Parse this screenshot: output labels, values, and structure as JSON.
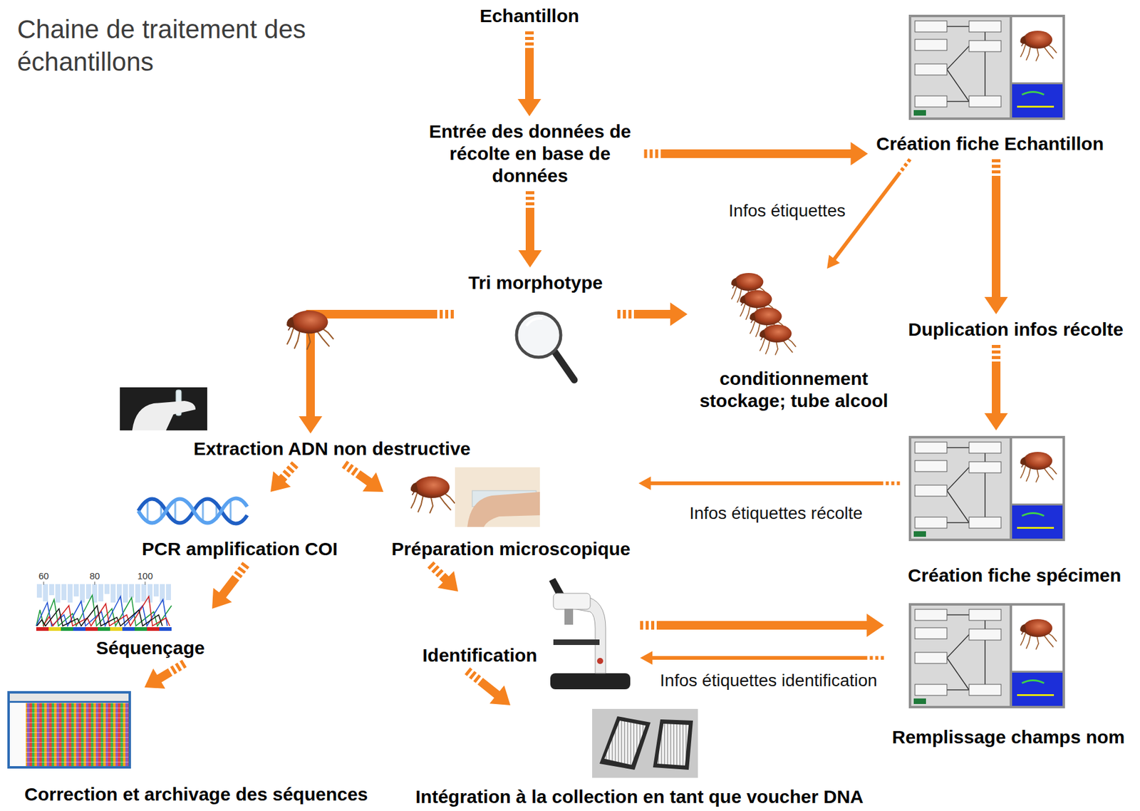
{
  "diagram": {
    "title": "Chaine de traitement des échantillons",
    "nodes": [
      {
        "text": [
          "Echantillon"
        ]
      },
      {
        "text": [
          "Entrée des données de récolte en base de données"
        ]
      },
      {
        "text": [
          "Création fiche Echantillon"
        ]
      },
      {
        "text": [
          "Tri morphotype"
        ]
      },
      {
        "text": [
          "Duplication infos récolte"
        ]
      },
      {
        "text": [
          "conditionnement stockage; tube alcool"
        ]
      },
      {
        "text": [
          "Extraction ADN non destructive"
        ]
      },
      {
        "text": [
          "Création fiche spécimen"
        ]
      },
      {
        "text": [
          "PCR amplification COI"
        ]
      },
      {
        "text": [
          "Préparation microscopique"
        ]
      },
      {
        "text": [
          "Séquençage"
        ]
      },
      {
        "text": [
          "Identification"
        ]
      },
      {
        "text": [
          "Remplissage champs nom"
        ]
      },
      {
        "text": [
          "Correction et archivage des séquences"
        ]
      },
      {
        "text": [
          "Intégration à la collection en tant que voucher DNA"
        ]
      }
    ],
    "edges": [
      {
        "from": 0,
        "to": 1,
        "arrow": "to"
      },
      {
        "from": 1,
        "to": 2,
        "arrow": "to"
      },
      {
        "from": 1,
        "to": 3,
        "arrow": "to"
      },
      {
        "from": 2,
        "to": 5,
        "label": "Infos étiquettes",
        "arrow": "to"
      },
      {
        "from": 2,
        "to": 4,
        "arrow": "to"
      },
      {
        "from": 3,
        "to": 6,
        "arrow": "to"
      },
      {
        "from": 3,
        "to": 5,
        "arrow": "to"
      },
      {
        "from": 4,
        "to": 7,
        "arrow": "to"
      },
      {
        "from": 7,
        "to": 9,
        "label": "Infos étiquettes récolte",
        "arrow": "to"
      },
      {
        "from": 6,
        "to": 8,
        "arrow": "to"
      },
      {
        "from": 6,
        "to": 9,
        "arrow": "to"
      },
      {
        "from": 8,
        "to": 10,
        "arrow": "to"
      },
      {
        "from": 9,
        "to": 11,
        "arrow": "to"
      },
      {
        "from": 10,
        "to": 13,
        "arrow": "to"
      },
      {
        "from": 11,
        "to": 14,
        "arrow": "to"
      },
      {
        "from": 11,
        "to": 12,
        "arrow": "to"
      },
      {
        "from": 12,
        "to": 11,
        "label": "Infos étiquettes identification",
        "arrow": "to"
      }
    ],
    "labels": [
      "60",
      "80",
      "100"
    ]
  }
}
